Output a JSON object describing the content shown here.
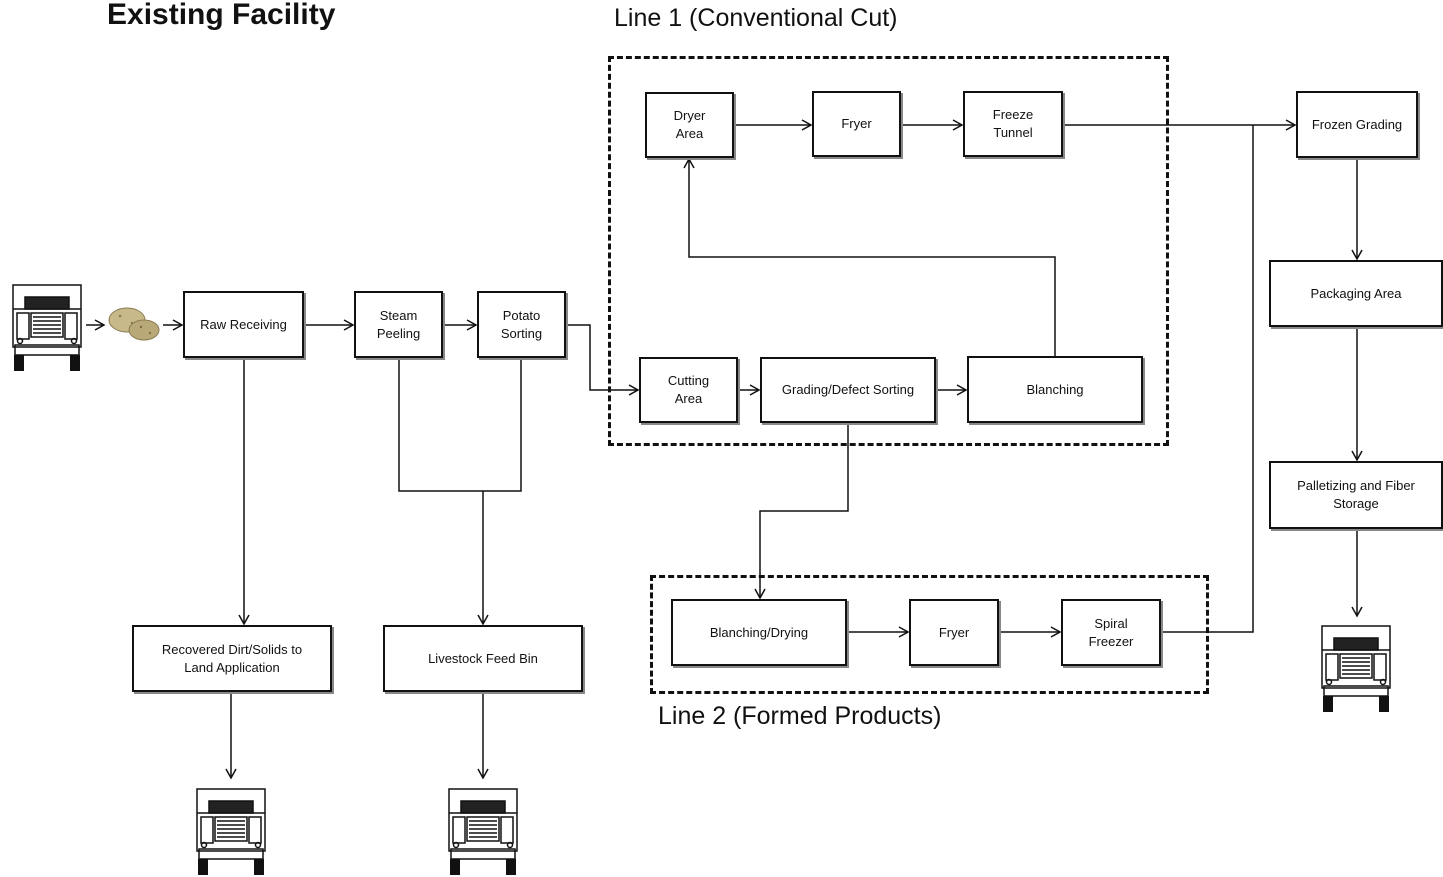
{
  "title": "Existing Facility",
  "groups": {
    "line1": "Line 1 (Conventional Cut)",
    "line2": "Line 2 (Formed Products)"
  },
  "boxes": {
    "raw_receiving": "Raw Receiving",
    "steam_peeling": "Steam\nPeeling",
    "potato_sorting": "Potato\nSorting",
    "cutting_area": "Cutting\nArea",
    "grading_defect": "Grading/Defect Sorting",
    "blanching": "Blanching",
    "dryer_area": "Dryer\nArea",
    "fryer_1": "Fryer",
    "freeze_tunnel": "Freeze\nTunnel",
    "frozen_grading": "Frozen Grading",
    "packaging_area": "Packaging Area",
    "palletizing": "Palletizing and Fiber\nStorage",
    "recovered_dirt": "Recovered Dirt/Solids to\nLand Application",
    "livestock_feed": "Livestock Feed Bin",
    "blanching_drying": "Blanching/Drying",
    "fryer_2": "Fryer",
    "spiral_freezer": "Spiral\nFreezer"
  },
  "icons": {
    "truck": "truck-icon",
    "potatoes": "potatoes-icon"
  },
  "colors": {
    "stroke": "#111111",
    "potato": "#b9a978"
  }
}
